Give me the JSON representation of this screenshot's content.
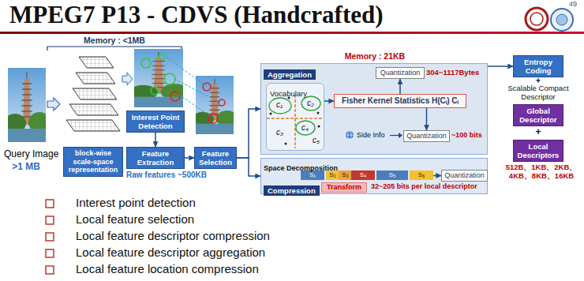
{
  "diagram": {
    "title": "MPEG7 P13 - CDVS (Handcrafted)",
    "nodes": [
      {
        "text": [
          "block-wise scale-space representation"
        ]
      },
      {
        "text": [
          "Interest Point Detection"
        ]
      },
      {
        "text": [
          "Feature Extraction"
        ]
      },
      {
        "text": [
          "Feature Selection"
        ]
      },
      {
        "text": [
          "Aggregation"
        ]
      },
      {
        "text": [
          "Vocabulary"
        ],
        "in": 4
      },
      {
        "text": [
          "Quantization"
        ],
        "in": 4
      },
      {
        "text": [
          "Fisher Kernel Statistics H(Cᵢ) Cᵢ"
        ],
        "in": 4
      },
      {
        "text": [
          "Quantization"
        ],
        "in": 4
      },
      {
        "text": [
          "Space Decomposition",
          "Compression"
        ]
      },
      {
        "text": [
          "S₁"
        ],
        "in": 9
      },
      {
        "text": [
          "S₂"
        ],
        "in": 9
      },
      {
        "text": [
          "S₃"
        ],
        "in": 9
      },
      {
        "text": [
          "S₄"
        ],
        "in": 9
      },
      {
        "text": [
          "S₅"
        ],
        "in": 9
      },
      {
        "text": [
          "S₆"
        ],
        "in": 9
      },
      {
        "text": [
          "Quantization"
        ],
        "in": 9
      },
      {
        "text": [
          "Transform"
        ],
        "in": 9
      },
      {
        "text": [
          "Entropy Coding"
        ]
      },
      {
        "text": [
          "Global Descriptor"
        ]
      },
      {
        "text": [
          "Local Descriptors"
        ]
      }
    ],
    "edges": [
      {
        "from": 1,
        "to": 2,
        "arrow": "to"
      },
      {
        "from": 2,
        "to": 3,
        "arrow": "to"
      },
      {
        "from": 3,
        "to": 4,
        "arrow": "to"
      },
      {
        "from": 3,
        "to": 9,
        "arrow": "to"
      },
      {
        "from": 5,
        "to": 7,
        "arrow": "to"
      },
      {
        "from": 7,
        "to": 6,
        "arrow": "to"
      },
      {
        "from": 7,
        "to": 8,
        "arrow": "to"
      },
      {
        "from": 15,
        "to": 16,
        "arrow": "to"
      },
      {
        "from": 4,
        "to": 18,
        "arrow": "to"
      }
    ],
    "labels": [
      "49",
      "Memory : <1MB",
      "Memory : 21KB",
      "Query Image",
      ">1 MB",
      "c₁",
      "c₂",
      "c₃",
      "c₄",
      "c₅",
      "304~1117Bytes",
      "Side Info",
      "~100 bits",
      "Raw features ~500KB",
      "32~205 bits per local descriptor",
      "Scalable Compact Descriptor",
      "+",
      "512B、1KB、2KB、4KB、8KB、16KB",
      "Interest point detection",
      "Local feature selection",
      "Local feature descriptor compression",
      "Local feature descriptor aggregation",
      "Local feature location compression"
    ]
  }
}
